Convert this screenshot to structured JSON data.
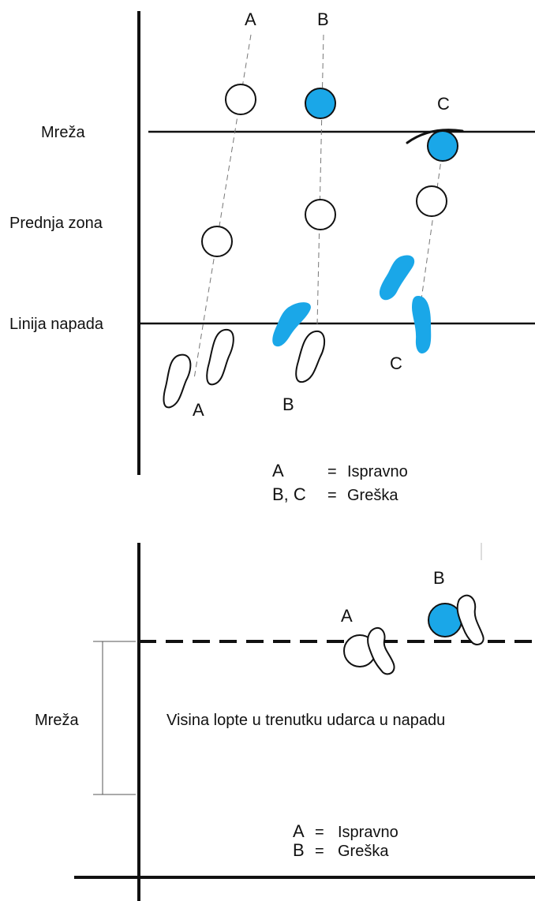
{
  "top_diagram": {
    "zone_labels": {
      "net": "Mreža",
      "front_zone": "Prednja zona",
      "attack_line": "Linija napada"
    },
    "trajectory_labels": {
      "a_top": "A",
      "b_top": "B",
      "c_top": "C",
      "a_bottom": "A",
      "b_bottom": "B",
      "c_bottom": "C"
    },
    "legend": {
      "row1_key": "A",
      "row1_eq": "=",
      "row1_value": "Ispravno",
      "row2_key": "B, C",
      "row2_eq": "=",
      "row2_value": "Greška"
    }
  },
  "bottom_diagram": {
    "net_label": "Mreža",
    "caption": "Visina lopte u trenutku udarca u napadu",
    "ball_labels": {
      "a": "A",
      "b": "B"
    },
    "legend": {
      "row1_key": "A",
      "row1_eq": "=",
      "row1_value": "Ispravno",
      "row2_key": "B",
      "row2_eq": "=",
      "row2_value": "Greška"
    }
  },
  "colors": {
    "fault_blue": "#1aa7e8",
    "line": "#111111"
  }
}
